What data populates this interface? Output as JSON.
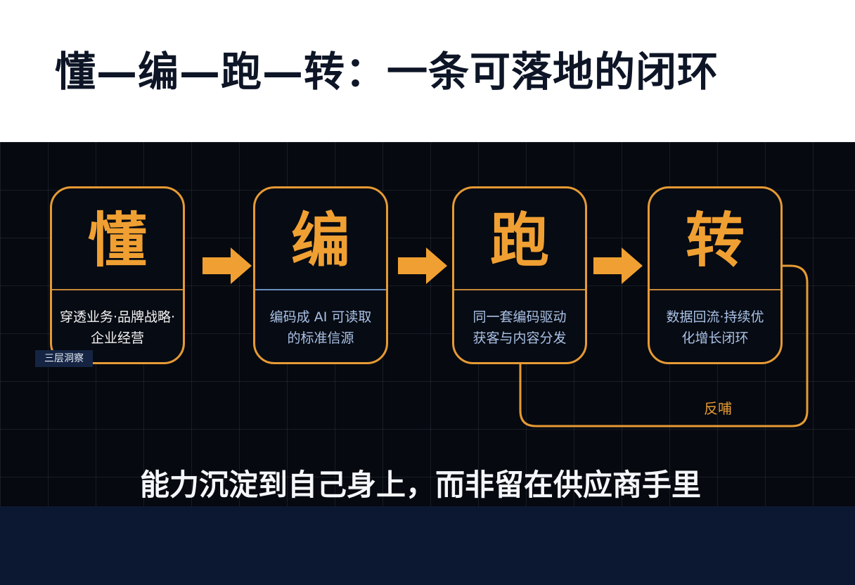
{
  "title": "懂—编—跑—转：一条可落地的闭环",
  "steps": [
    {
      "char": "懂",
      "desc_lines": [
        "穿透业务·品牌战略·",
        "企业经营"
      ]
    },
    {
      "char": "编",
      "desc_lines": [
        "编码成 AI 可读取",
        "的标准信源"
      ]
    },
    {
      "char": "跑",
      "desc_lines": [
        "同一套编码驱动",
        "获客与内容分发"
      ]
    },
    {
      "char": "转",
      "desc_lines": [
        "数据回流·持续优",
        "化增长闭环"
      ]
    }
  ],
  "caption_tag": "三层洞察",
  "loop_label": "反哺",
  "slogan": "能力沉淀到自己身上，而非留在供应商手里",
  "colors": {
    "accent": "#e69a34",
    "dark_bg": "#06090f",
    "footer_bg": "#0c1832",
    "title": "#0d1526",
    "blue_text": "#a9c1e6"
  },
  "icons": [
    "arrow-right-icon",
    "arrow-right-icon",
    "arrow-right-icon"
  ]
}
